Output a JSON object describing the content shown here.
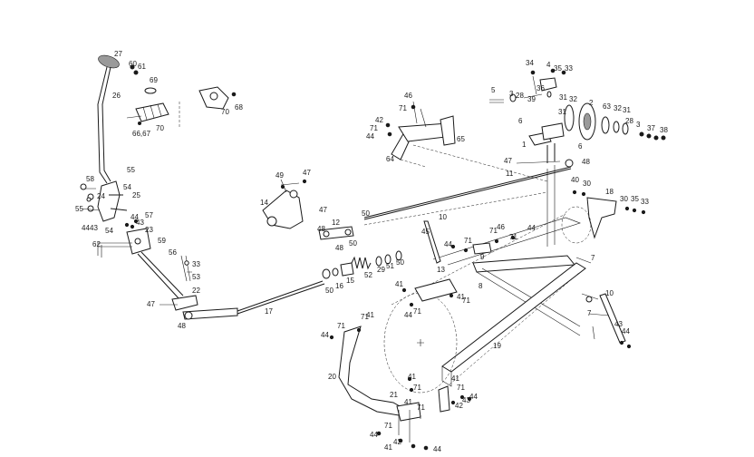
{
  "diagram": {
    "callouts": {
      "p1": "1",
      "p2": "2",
      "p3a": "3",
      "p3b": "3",
      "p4": "4",
      "p5": "5",
      "p6a": "6",
      "p6b": "6",
      "p7a": "7",
      "p7b": "7",
      "p8": "8",
      "p9": "9",
      "p10a": "10",
      "p10b": "10",
      "p11": "11",
      "p12": "12",
      "p13": "13",
      "p14": "14",
      "p15": "15",
      "p16": "16",
      "p17": "17",
      "p18": "18",
      "p19": "19",
      "p20": "20",
      "p21": "21",
      "p22": "22",
      "p23": "23",
      "p24": "24",
      "p25": "25",
      "p26": "26",
      "p27": "27",
      "p28a": "28",
      "p28b": "28",
      "p29": "29",
      "p30a": "30",
      "p30b": "30",
      "p31a": "31",
      "p31b": "31",
      "p31c": "31",
      "p32a": "32",
      "p32b": "32",
      "p33a": "33",
      "p33b": "33",
      "p33c": "33",
      "p34": "34",
      "p35a": "35",
      "p35b": "35",
      "p36": "36",
      "p37": "37",
      "p38": "38",
      "p39": "39",
      "p40": "40",
      "p41a": "41",
      "p41b": "41",
      "p41c": "41",
      "p41d": "41",
      "p41e": "41",
      "p41f": "41",
      "p41g": "41",
      "p42a": "42",
      "p42b": "42",
      "p42c": "42",
      "p43a": "43",
      "p43b": "43",
      "p43c": "43",
      "p43d": "43",
      "p44a": "44",
      "p44b": "44",
      "p44c": "44",
      "p44d": "44",
      "p44e": "44",
      "p44f": "44",
      "p44g": "44",
      "p44h": "44",
      "p44i": "44",
      "p44j": "44",
      "p45": "45",
      "p46a": "46",
      "p46b": "46",
      "p47a": "47",
      "p47b": "47",
      "p47c": "47",
      "p47d": "47",
      "p48a": "48",
      "p48b": "48",
      "p48c": "48",
      "p48d": "48",
      "p49": "49",
      "p50a": "50",
      "p50b": "50",
      "p50c": "50",
      "p50d": "50",
      "p51": "51",
      "p52": "52",
      "p53": "53",
      "p54a": "54",
      "p54b": "54",
      "p55a": "55",
      "p55b": "55",
      "p56": "56",
      "p57": "57",
      "p58": "58",
      "p59": "59",
      "p60": "60",
      "p61": "61",
      "p62": "62",
      "p63": "63",
      "p64": "64",
      "p65": "65",
      "p6667": "66,67",
      "p68": "68",
      "p69": "69",
      "p70a": "70",
      "p70b": "70",
      "p71a": "71",
      "p71b": "71",
      "p71c": "71",
      "p71d": "71",
      "p71e": "71",
      "p71f": "71",
      "p71g": "71",
      "p71h": "71",
      "p71i": "71",
      "p71j": "71",
      "p71k": "71",
      "p71l": "71",
      "p71m": "71"
    }
  }
}
